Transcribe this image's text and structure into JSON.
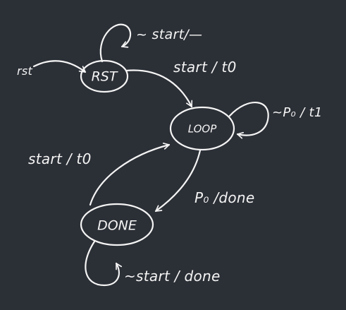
{
  "diagram": {
    "states": {
      "rst": {
        "label": "RST"
      },
      "loop": {
        "label": "LOOP"
      },
      "done": {
        "label": "DONE"
      }
    },
    "edges": {
      "reset": {
        "label": "rst"
      },
      "rst_self": {
        "label": "~ start/—"
      },
      "rst_to_loop": {
        "label": "start / t0"
      },
      "loop_self": {
        "label": "~P₀ / t1"
      },
      "loop_to_done": {
        "label": "P₀ /done"
      },
      "done_to_loop": {
        "label": "start / t0"
      },
      "done_self": {
        "label": "~start / done"
      }
    }
  },
  "colors": {
    "background": "#2b2f36",
    "ink": "#f4f4f4"
  }
}
